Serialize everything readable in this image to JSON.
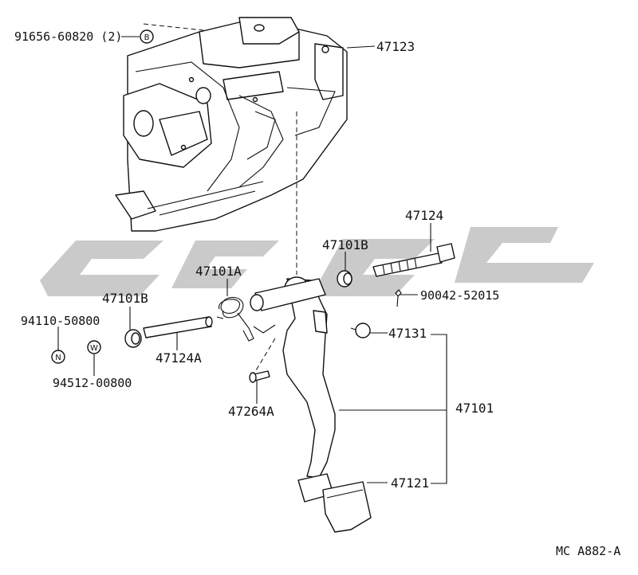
{
  "labels": {
    "bolt_91656": "91656-60820 (2)",
    "bolt_badge": "B",
    "bracket": "47123",
    "bolt_47124": "47124",
    "bushing_top": "47101B",
    "spring": "47101A",
    "bushing_left": "47101B",
    "nut_94110": "94110-50800",
    "nut_badge": "N",
    "washer_badge": "W",
    "washer_94512": "94512-00800",
    "collar": "47124A",
    "pin": "47264A",
    "clip": "90042-52015",
    "stopper": "47131",
    "pedal": "47101",
    "pad": "47121",
    "ref": "MC A882-A"
  },
  "colors": {
    "ink": "#111111",
    "watermark": "#c4c4c4",
    "background": "#ffffff"
  }
}
